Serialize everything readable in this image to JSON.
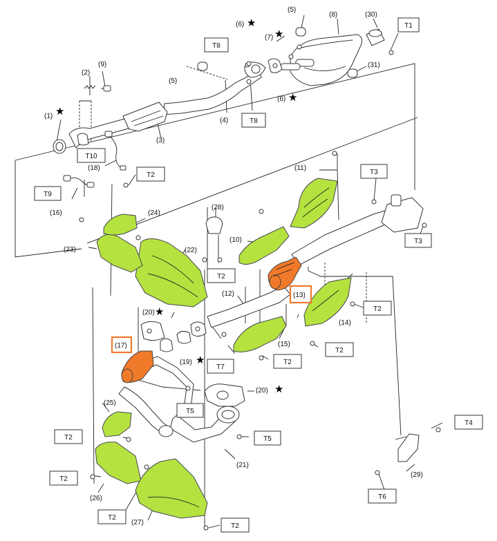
{
  "colors": {
    "highlight": "#f07a2a",
    "heat_shield": "#b5e23f"
  },
  "parts": [
    {
      "id": "p1",
      "text": "(1)",
      "star": true
    },
    {
      "id": "p2",
      "text": "(2)",
      "star": false
    },
    {
      "id": "p3",
      "text": "(3)",
      "star": false
    },
    {
      "id": "p4",
      "text": "(4)",
      "star": false
    },
    {
      "id": "p5a",
      "text": "(5)",
      "star": false
    },
    {
      "id": "p5b",
      "text": "(5)",
      "star": false
    },
    {
      "id": "p6a",
      "text": "(6)",
      "star": true
    },
    {
      "id": "p6b",
      "text": "(6)",
      "star": true
    },
    {
      "id": "p7",
      "text": "(7)",
      "star": true
    },
    {
      "id": "p8",
      "text": "(8)",
      "star": false
    },
    {
      "id": "p9",
      "text": "(9)",
      "star": false
    },
    {
      "id": "p10",
      "text": "(10)",
      "star": false
    },
    {
      "id": "p11",
      "text": "(11)",
      "star": false
    },
    {
      "id": "p12",
      "text": "(12)",
      "star": false
    },
    {
      "id": "p13",
      "text": "(13)",
      "star": false,
      "highlighted": true
    },
    {
      "id": "p14",
      "text": "(14)",
      "star": false
    },
    {
      "id": "p15",
      "text": "(15)",
      "star": false
    },
    {
      "id": "p16",
      "text": "(16)",
      "star": false
    },
    {
      "id": "p17",
      "text": "(17)",
      "star": false,
      "highlighted": true
    },
    {
      "id": "p18",
      "text": "(18)",
      "star": false
    },
    {
      "id": "p19",
      "text": "(19)",
      "star": true
    },
    {
      "id": "p20a",
      "text": "(20)",
      "star": true
    },
    {
      "id": "p20b",
      "text": "(20)",
      "star": true
    },
    {
      "id": "p21",
      "text": "(21)",
      "star": false
    },
    {
      "id": "p22",
      "text": "(22)",
      "star": false
    },
    {
      "id": "p23",
      "text": "(23)",
      "star": false
    },
    {
      "id": "p24",
      "text": "(24)",
      "star": false
    },
    {
      "id": "p25",
      "text": "(25)",
      "star": false
    },
    {
      "id": "p26",
      "text": "(26)",
      "star": false
    },
    {
      "id": "p27",
      "text": "(27)",
      "star": false
    },
    {
      "id": "p28",
      "text": "(28)",
      "star": false
    },
    {
      "id": "p29",
      "text": "(29)",
      "star": false
    },
    {
      "id": "p30",
      "text": "(30)",
      "star": false
    },
    {
      "id": "p31",
      "text": "(31)",
      "star": false
    }
  ],
  "torques": [
    {
      "id": "t1",
      "text": "T1"
    },
    {
      "id": "t8a",
      "text": "T8"
    },
    {
      "id": "t8b",
      "text": "T8"
    },
    {
      "id": "t10",
      "text": "T10"
    },
    {
      "id": "t9",
      "text": "T9"
    },
    {
      "id": "t2a",
      "text": "T2"
    },
    {
      "id": "t3a",
      "text": "T3"
    },
    {
      "id": "t3b",
      "text": "T3"
    },
    {
      "id": "t2b",
      "text": "T2"
    },
    {
      "id": "t2c",
      "text": "T2"
    },
    {
      "id": "t2d",
      "text": "T2"
    },
    {
      "id": "t2e",
      "text": "T2"
    },
    {
      "id": "t7",
      "text": "T7"
    },
    {
      "id": "t5a",
      "text": "T5"
    },
    {
      "id": "t5b",
      "text": "T5"
    },
    {
      "id": "t4",
      "text": "T4"
    },
    {
      "id": "t2f",
      "text": "T2"
    },
    {
      "id": "t2g",
      "text": "T2"
    },
    {
      "id": "t2h",
      "text": "T2"
    },
    {
      "id": "t6",
      "text": "T6"
    },
    {
      "id": "t2i",
      "text": "T2"
    }
  ],
  "star_symbol": "★"
}
